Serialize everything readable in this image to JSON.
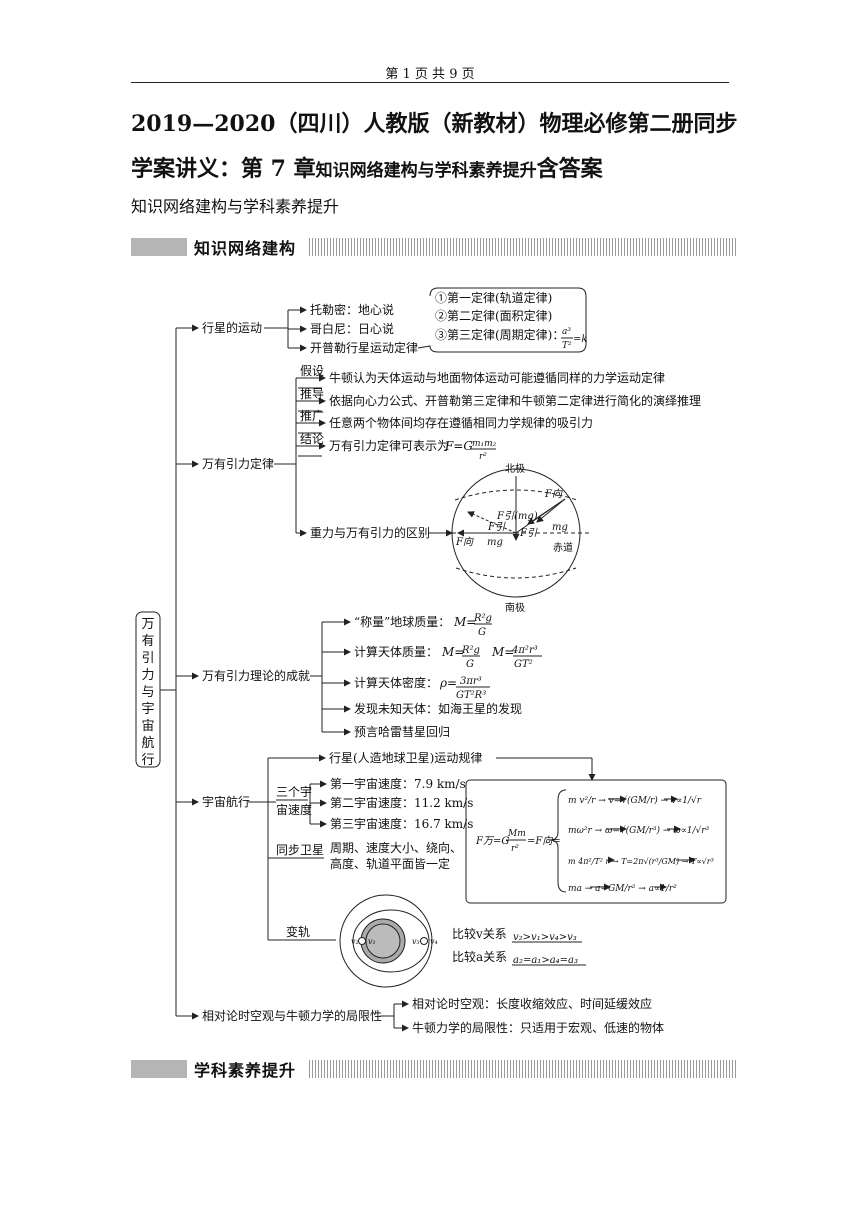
{
  "page_header": "第 1 页 共 9 页",
  "title_line1": "2019—2020（四川）人教版（新教材）物理必修第二册同步",
  "title_line2_big": "学案讲义：第 7 章",
  "title_line2_small": "知识网络建构与学科素养提升",
  "title_line2_end": "含答案",
  "subtitle": "知识网络建构与学科素养提升",
  "section1": "知识网络建构",
  "section2": "学科素养提升",
  "mindmap": {
    "root_chars": [
      "万",
      "有",
      "引",
      "力",
      "与",
      "宇",
      "宙",
      "航",
      "行"
    ],
    "planet": {
      "label": "行星的运动",
      "items": [
        "托勒密：地心说",
        "哥白尼：日心说",
        "开普勒行星运动定律"
      ],
      "laws": [
        "①第一定律(轨道定律)",
        "②第二定律(面积定律)",
        "③第三定律(周期定律)："
      ],
      "kepler_num": "a³",
      "kepler_den": "T²",
      "kepler_rhs": "=k"
    },
    "gravitation": {
      "label": "万有引力定律",
      "tags": [
        "假设",
        "推导",
        "推广",
        "结论"
      ],
      "items": [
        "牛顿认为天体运动与地面物体运动可能遵循同样的力学运动定律",
        "依据向心力公式、开普勒第三定律和牛顿第二定律进行简化的演绎推理",
        "任意两个物体间均存在遵循相同力学规律的吸引力",
        "万有引力定律可表示为"
      ],
      "formula_lhs": "F=G",
      "formula_num": "m₁m₂",
      "formula_den": "r²",
      "gravity_diff": "重力与万有引力的区别",
      "globe": {
        "north": "北极",
        "south": "南极",
        "equator": "赤道",
        "labels": [
          "F向",
          "F引(mg)",
          "F引",
          "mg",
          "F引",
          "F向",
          "mg"
        ]
      }
    },
    "achievement": {
      "label": "万有引力理论的成就",
      "items": [
        "“称量”地球质量：",
        "计算天体质量：",
        "计算天体密度：",
        "发现未知天体：如海王星的发现",
        "预言哈雷彗星回归"
      ],
      "f1": "M=",
      "f1_num": "R²g",
      "f1_den": "G",
      "f2": "M=",
      "f2_num": "R²g",
      "f2_den": "G",
      "f3": "M=",
      "f3_num": "4π²r³",
      "f3_den": "GT²",
      "f4": "ρ=",
      "f4_num": "3πr³",
      "f4_den": "GT²R³"
    },
    "space": {
      "label": "宇宙航行",
      "satellite": "行星(人造地球卫星)运动规律",
      "cosmic_tag": [
        "三个宇",
        "宙速度"
      ],
      "speeds": [
        "第一宇宙速度：7.9 km/s",
        "第二宇宙速度：11.2 km/s",
        "第三宇宙速度：16.7 km/s"
      ],
      "sync_tag": "同步卫星",
      "sync_text": [
        "周期、速度大小、绕向、",
        "高度、轨道平面皆一定"
      ],
      "orbit_tag": "变轨",
      "compare_v_label": "比较v关系",
      "compare_v": "v₂>v₁>v₄>v₃",
      "compare_a_label": "比较a关系",
      "compare_a": "a₂=a₁>a₄=a₃",
      "orbit_v": [
        "v₂",
        "v₁",
        "v₃",
        "v₄"
      ],
      "formula_box": {
        "lhs": "F万=G",
        "lhs_num": "Mm",
        "lhs_den": "r²",
        "lhs_end": "=F向=",
        "rows": [
          "m v²/r → v=√(GM/r) → v∝1/√r",
          "mω²r → ω=√(GM/r³) → ω∝1/√r³",
          "m 4π²/T² r → T=2π√(r³/GM) → T∝√r³",
          "ma → a=GM/r² → a∝1/r²"
        ]
      }
    },
    "relativity": {
      "label": "相对论时空观与牛顿力学的局限性",
      "items": [
        "相对论时空观：长度收缩效应、时间延缓效应",
        "牛顿力学的局限性：只适用于宏观、低速的物体"
      ]
    }
  }
}
